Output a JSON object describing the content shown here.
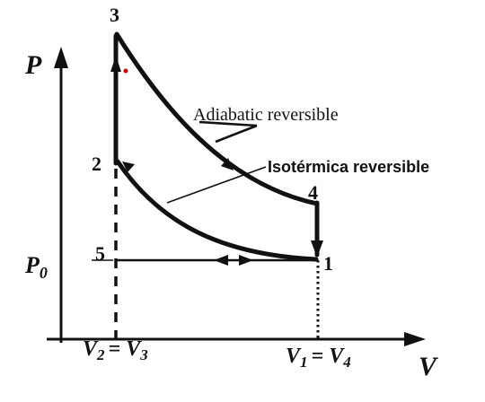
{
  "axes": {
    "y_label": "P",
    "x_label": "V",
    "p0_label": "P",
    "p0_sub": "0",
    "v_left": {
      "a": "V",
      "a_sub": "2",
      "eq": "= V",
      "b_sub": "3"
    },
    "v_right": {
      "a": "V",
      "a_sub": "1",
      "eq": "= V",
      "b_sub": "4"
    }
  },
  "points": {
    "p1": "1",
    "p2": "2",
    "p3": "3",
    "p4": "4",
    "p5": "5"
  },
  "annotations": {
    "adiabatic": "Adiabatic reversible",
    "isothermal": "Isotérmica reversible"
  },
  "colors": {
    "ink": "#111111",
    "marker": "#cc0000"
  }
}
